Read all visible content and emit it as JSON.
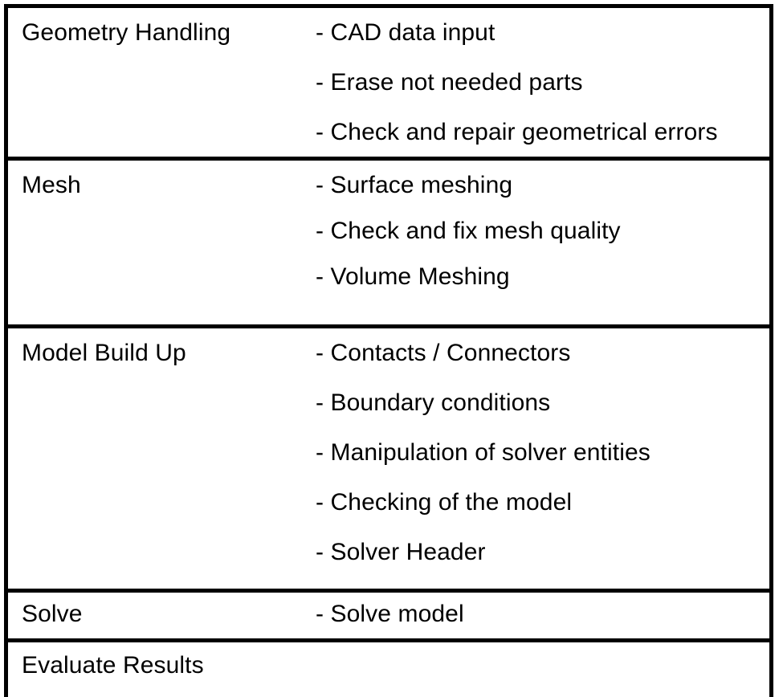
{
  "document": {
    "type": "process-table",
    "background_color": "#ffffff",
    "border_color": "#000000",
    "text_color": "#000000",
    "bullet_prefix": "- "
  },
  "table": {
    "rows": [
      {
        "stage": "Geometry Handling",
        "tasks": [
          "- CAD data input",
          "- Erase not needed parts",
          "- Check and repair geometrical errors"
        ]
      },
      {
        "stage": "Mesh",
        "tasks": [
          "- Surface meshing",
          "- Check and fix mesh quality",
          "- Volume Meshing"
        ]
      },
      {
        "stage": "Model Build Up",
        "tasks": [
          "- Contacts / Connectors",
          "- Boundary conditions",
          "- Manipulation of solver entities",
          "- Checking of the model",
          "- Solver Header"
        ]
      },
      {
        "stage": "Solve",
        "tasks": [
          "- Solve model"
        ]
      },
      {
        "stage": "Evaluate Results",
        "tasks": []
      }
    ]
  }
}
